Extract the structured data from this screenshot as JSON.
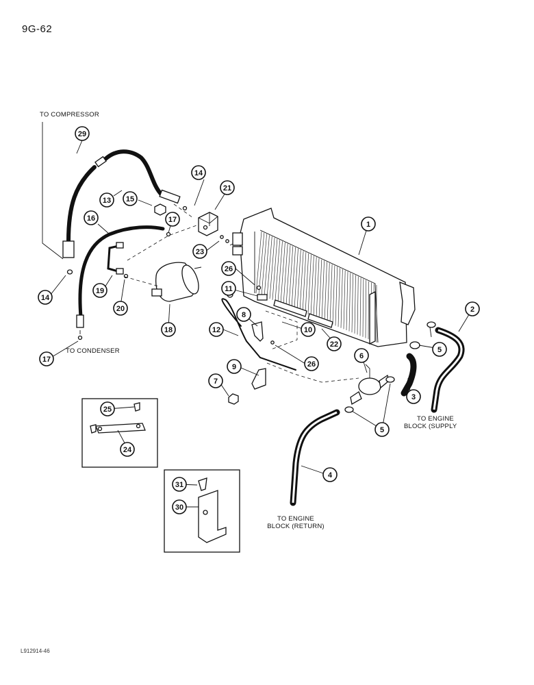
{
  "page_code": "9G-62",
  "figure_code": "L912914-46",
  "captions": {
    "to_compressor": "TO COMPRESSOR",
    "to_condenser": "TO CONDENSER",
    "to_engine_supply_line1": "TO ENGINE",
    "to_engine_supply_line2": "BLOCK (SUPPLY",
    "to_engine_return_line1": "TO ENGINE",
    "to_engine_return_line2": "BLOCK (RETURN)"
  },
  "callouts": {
    "c1": "1",
    "c2": "2",
    "c3": "3",
    "c4": "4",
    "c5a": "5",
    "c5b": "5",
    "c6": "6",
    "c7": "7",
    "c8": "8",
    "c9": "9",
    "c10": "10",
    "c11": "11",
    "c12": "12",
    "c13": "13",
    "c14a": "14",
    "c14b": "14",
    "c15": "15",
    "c16": "16",
    "c17a": "17",
    "c17b": "17",
    "c18": "18",
    "c19": "19",
    "c20": "20",
    "c21": "21",
    "c22": "22",
    "c23": "23",
    "c24": "24",
    "c25": "25",
    "c26a": "26",
    "c26b": "26",
    "c29": "29",
    "c30": "30",
    "c31": "31"
  }
}
